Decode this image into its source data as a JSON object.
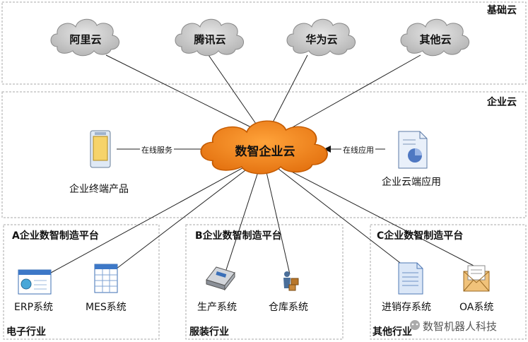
{
  "zones": {
    "infra": "基础云",
    "enterprise": "企业云",
    "platform_a": "A企业数智制造平台",
    "platform_b": "B企业数智制造平台",
    "platform_c": "C企业数智制造平台",
    "industry_a": "电子行业",
    "industry_b": "服装行业",
    "industry_c": "其他行业"
  },
  "clouds": {
    "aliyun": "阿里云",
    "tencent": "腾讯云",
    "huawei": "华为云",
    "other": "其他云",
    "central": "数智企业云"
  },
  "nodes": {
    "terminal_product": "企业终端产品",
    "cloud_app": "企业云端应用",
    "erp": "ERP系统",
    "mes": "MES系统",
    "production": "生产系统",
    "warehouse": "仓库系统",
    "inventory": "进销存系统",
    "oa": "OA系统"
  },
  "edges": {
    "online_service": "在线服务",
    "online_app": "在线应用"
  },
  "watermark": "数智机器人科技",
  "colors": {
    "central_cloud": "#f08a20",
    "small_cloud": "#c9c9c9",
    "zone_border": "#aaaaaa"
  }
}
